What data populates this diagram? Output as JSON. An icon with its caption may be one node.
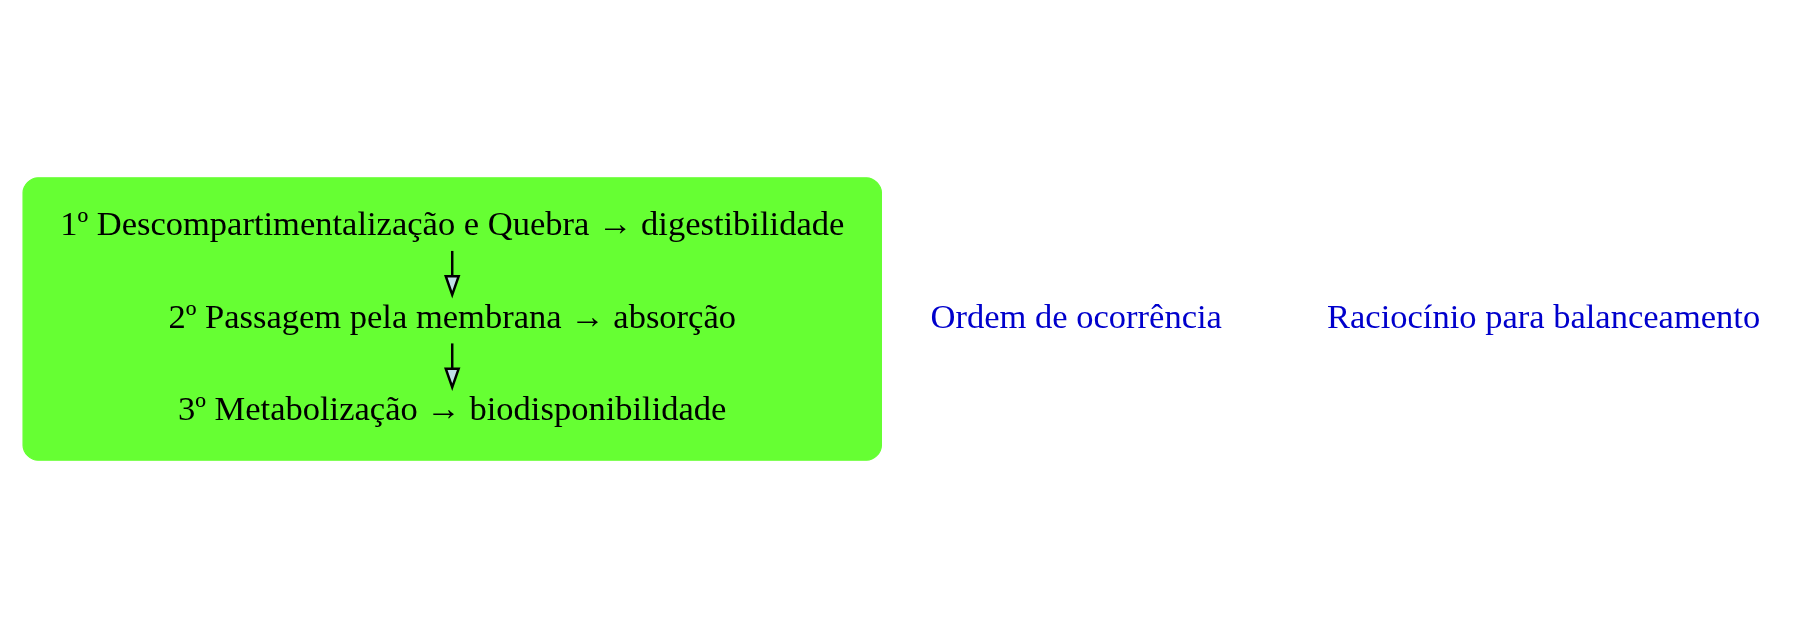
{
  "diagram": {
    "nodes": [
      {
        "text": [],
        "shape": "box"
      },
      {
        "text": [
          "1º Descompartimentalização e Quebra → digestibilidade"
        ],
        "in": 0
      },
      {
        "text": [
          "2º Passagem pela membrana → absorção"
        ],
        "in": 0
      },
      {
        "text": [
          "3º Metabolização → biodisponibilidade"
        ],
        "in": 0
      }
    ],
    "edges": [
      {
        "from": 1,
        "to": 2,
        "arrow": "to"
      },
      {
        "from": 2,
        "to": 3,
        "arrow": "to"
      }
    ],
    "labels": [
      "Ordem de ocorrência",
      "Raciocínio para balanceamento"
    ]
  }
}
